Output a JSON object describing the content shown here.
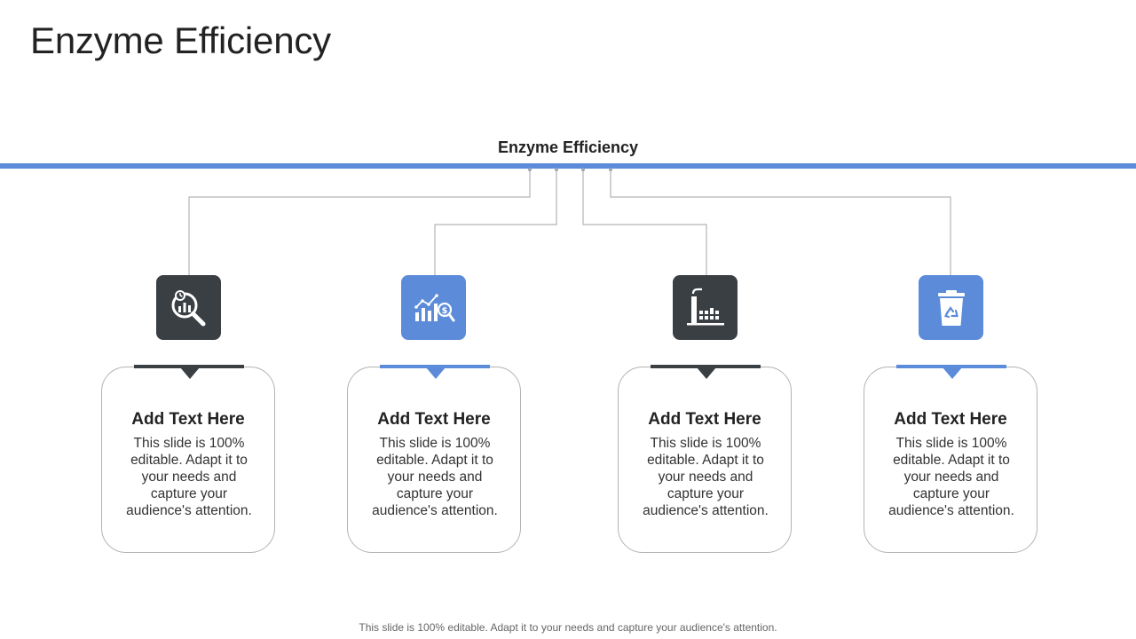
{
  "title": "Enzyme Efficiency",
  "hub": {
    "label": "Enzyme Efficiency"
  },
  "colors": {
    "accent_blue": "#5b8bd9",
    "dark": "#3a3f44",
    "line": "#b5b5b5"
  },
  "items": [
    {
      "heading": "Add Text Here",
      "body": "This slide is 100% editable. Adapt it to your needs and capture your audience's attention.",
      "icon": "magnifier-chart-icon",
      "tone": "dark"
    },
    {
      "heading": "Add Text Here",
      "body": "This slide is 100% editable. Adapt it to your needs and capture your audience's attention.",
      "icon": "growth-chart-dollar-icon",
      "tone": "blue"
    },
    {
      "heading": "Add Text Here",
      "body": "This slide is 100% editable. Adapt it to your needs and capture your audience's attention.",
      "icon": "factory-icon",
      "tone": "dark"
    },
    {
      "heading": "Add Text Here",
      "body": "This slide is 100% editable. Adapt it to your needs and capture your audience's attention.",
      "icon": "recycle-bin-icon",
      "tone": "blue"
    }
  ],
  "footer": "This slide is 100% editable. Adapt it to your needs and capture your audience's attention."
}
